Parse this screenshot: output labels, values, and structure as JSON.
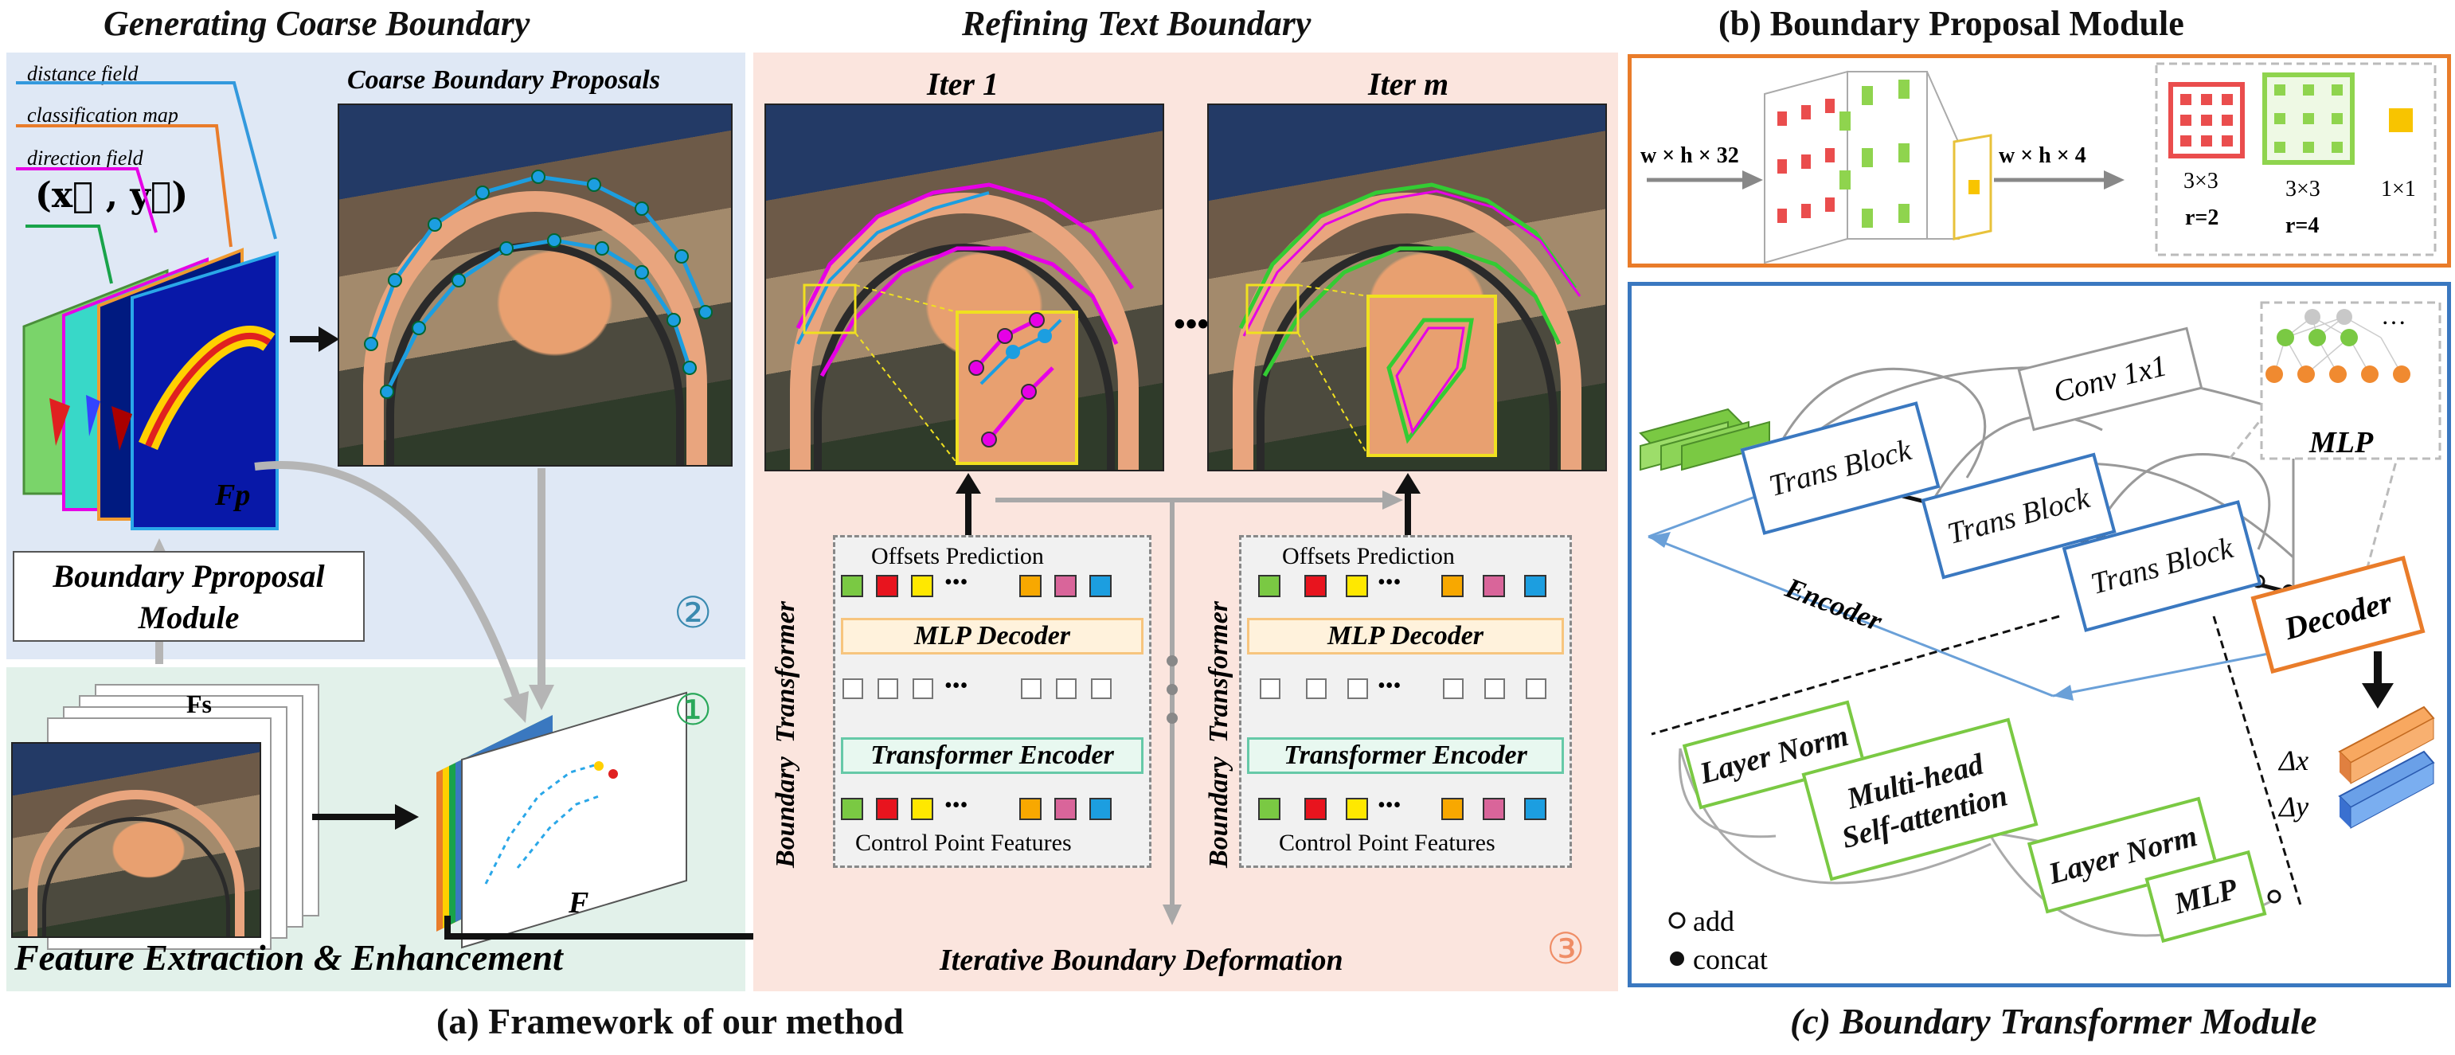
{
  "left": {
    "title": "Generating Coarse Boundary",
    "coarse_title": "Coarse Boundary Proposals",
    "distance_field": "distance field",
    "classification_map": "classification map",
    "direction_field": "direction field",
    "xy": "(x⃗ , y⃗)",
    "fp": "Fp",
    "fs": "Fs",
    "f": "F",
    "bpm_label_1": "Boundary Pproposal",
    "bpm_label_2": "Module",
    "badge1": "①",
    "badge2": "②",
    "feature_title": "Feature Extraction & Enhancement"
  },
  "middle": {
    "title": "Refining Text Boundary",
    "iter1": "Iter 1",
    "iterm": "Iter m",
    "dots": "•••",
    "offsets": "Offsets Prediction",
    "mlp_decoder": "MLP Decoder",
    "encoder": "Transformer Encoder",
    "features": "Control Point Features",
    "side_label": "Boundary  Transformer",
    "iterative": "Iterative Boundary Deformation",
    "badge3": "③"
  },
  "panel_b": {
    "title": "(b) Boundary Proposal Module",
    "in_dim": "w × h × 32",
    "out_dim": "w × h × 4",
    "k1": "3×3",
    "r1": "r=2",
    "k2": "3×3",
    "r2": "r=4",
    "k3": "1×1"
  },
  "panel_c": {
    "title": "(c) Boundary Transformer Module",
    "conv": "Conv 1x1",
    "trans_block": "Trans Block",
    "mlp": "MLP",
    "encoder": "Encoder",
    "decoder": "Decoder",
    "layer_norm": "Layer Norm",
    "mhsa_1": "Multi-head",
    "mhsa_2": "Self-attention",
    "mlp_box": "MLP",
    "dx": "Δx",
    "dy": "Δy",
    "add": "add",
    "concat": "concat",
    "dots": "…"
  },
  "caption_a": "(a) Framework of our method",
  "colors": {
    "blue_bg": "#dfe8f5",
    "green_bg": "#e2f1ea",
    "pink_bg": "#fbe5de",
    "orange_border": "#e97c2a",
    "blue_border": "#3a78c0",
    "green_box": "#7ac943",
    "point_colors": [
      "#7ac943",
      "#e8141e",
      "#ffe800",
      "#f8a800",
      "#d9659a",
      "#1c9ee0"
    ]
  }
}
